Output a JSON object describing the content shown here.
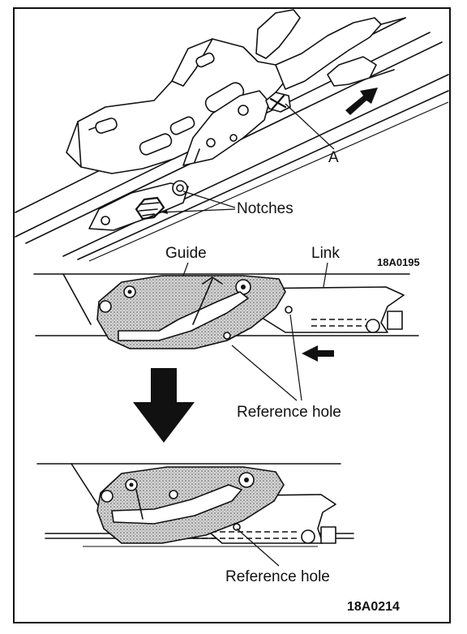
{
  "labels": {
    "a": "A",
    "notches": "Notches",
    "guide": "Guide",
    "link": "Link",
    "reference_hole_top": "Reference hole",
    "reference_hole_bottom": "Reference hole"
  },
  "figure_codes": {
    "top": "18A0195",
    "bottom": "18A0214"
  }
}
